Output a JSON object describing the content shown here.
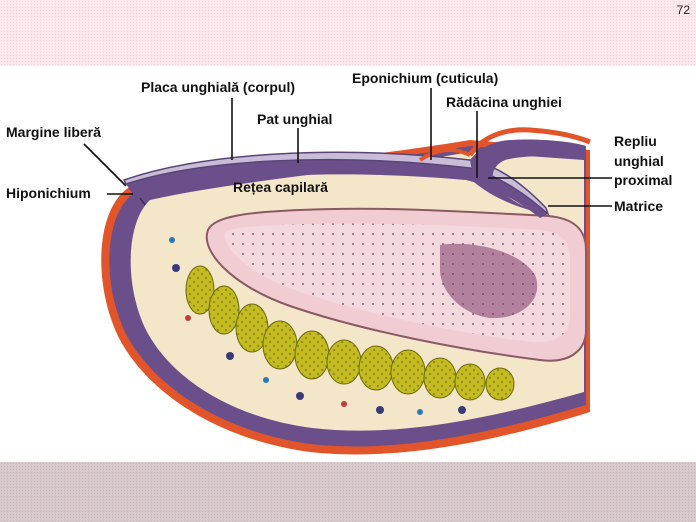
{
  "page_number": "72",
  "labels": {
    "margine_libera": "Margine liberă",
    "hiponichium": "Hiponichium",
    "placa_unghiala": "Placa unghială (corpul)",
    "pat_unghial": "Pat unghial",
    "retea_capilara": "Rețea capilară",
    "eponichium": "Eponichium (cuticula)",
    "radacina_unghiei": "Rădăcina unghiei",
    "repliu_1": "Repliu",
    "repliu_2": "unghial",
    "repliu_3": "proximal",
    "matrice": "Matrice"
  },
  "colors": {
    "skin_edge": "#e2552a",
    "epidermis": "#6b4f8a",
    "dermis": "#f3e6c9",
    "nail_plate": "#c9bcd6",
    "bone_cortex": "#f1ccd3",
    "fat_lobules": "#b9b21a"
  }
}
